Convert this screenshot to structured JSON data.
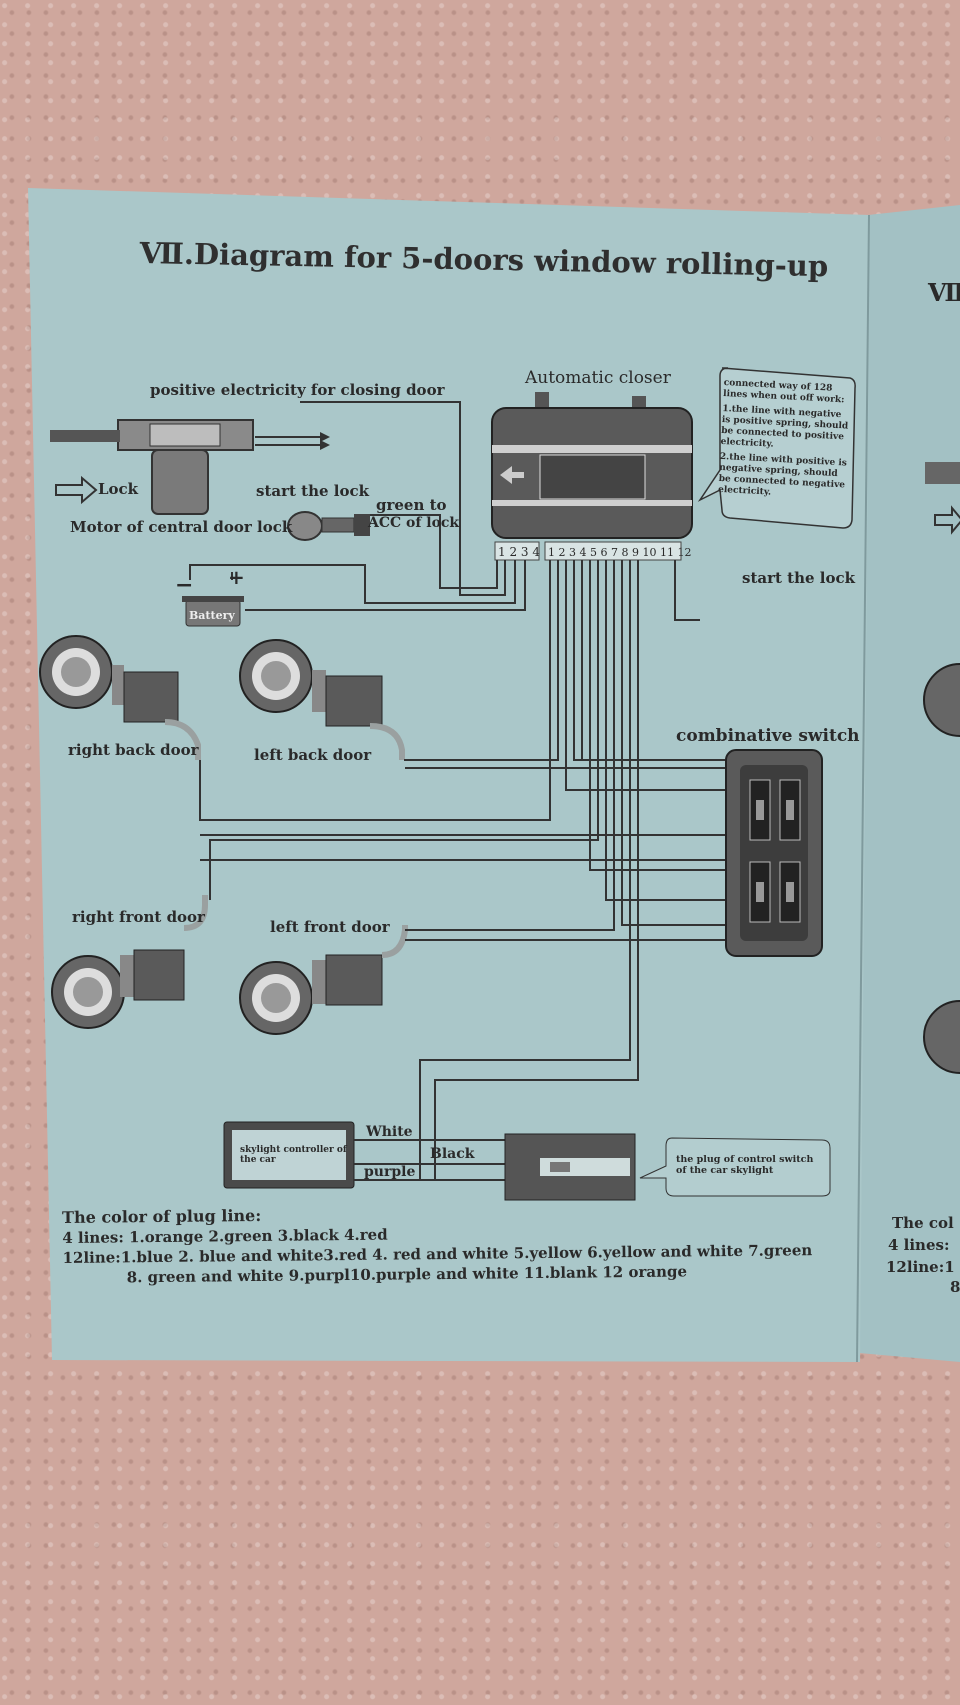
{
  "title": "Ⅶ.Diagram for 5-doors window rolling-up",
  "next_page_fragment": "Ⅷ",
  "labels": {
    "positive_electricity": "positive electricity for closing door",
    "automatic_closer": "Automatic closer",
    "lock": "Lock",
    "motor_central_lock": "Motor of central door lock",
    "start_the_lock_left": "start the lock",
    "green_to": "green to",
    "acc_of_lock": "ACC of lock",
    "start_the_lock_right": "start the lock",
    "battery": "Battery",
    "battery_minus": "−",
    "battery_plus": "+",
    "pins_4": "1 2 3 4",
    "pins_12": "1 2 3 4 5 6 7 8 9 10 11 12",
    "right_back_door": "right back door",
    "left_back_door": "left back door",
    "combinative_switch": "combinative switch",
    "right_front_door": "right front door",
    "left_front_door": "left front door",
    "skylight_controller": "skylight controller of the car",
    "white": "White",
    "black": "Black",
    "purple": "purple",
    "plug_control_switch": "the plug of control switch of the car skylight"
  },
  "callout": {
    "heading": "connected way of 128 lines when out off work:",
    "item1": "1.the line with negative is positive spring, should be connected to positive electricity.",
    "item2": "2.the line with positive is negative spring, should be connected to negative electricity."
  },
  "legend": {
    "heading": "The color of plug line:",
    "line4": "4 lines: 1.orange 2.green 3.black  4.red",
    "line12a": "12line:1.blue 2. blue and white3.red 4. red and white 5.yellow 6.yellow and white 7.green",
    "line12b": "8. green and white 9.purpl10.purple and white 11.blank 12 orange"
  },
  "right_page": {
    "frag1": "The col",
    "frag2": "4 lines:",
    "frag3": "12line:1",
    "frag4": "8"
  },
  "colors": {
    "paper": "#a9c6c8",
    "background": "#cfa79d",
    "ink": "#2f2f2f"
  }
}
